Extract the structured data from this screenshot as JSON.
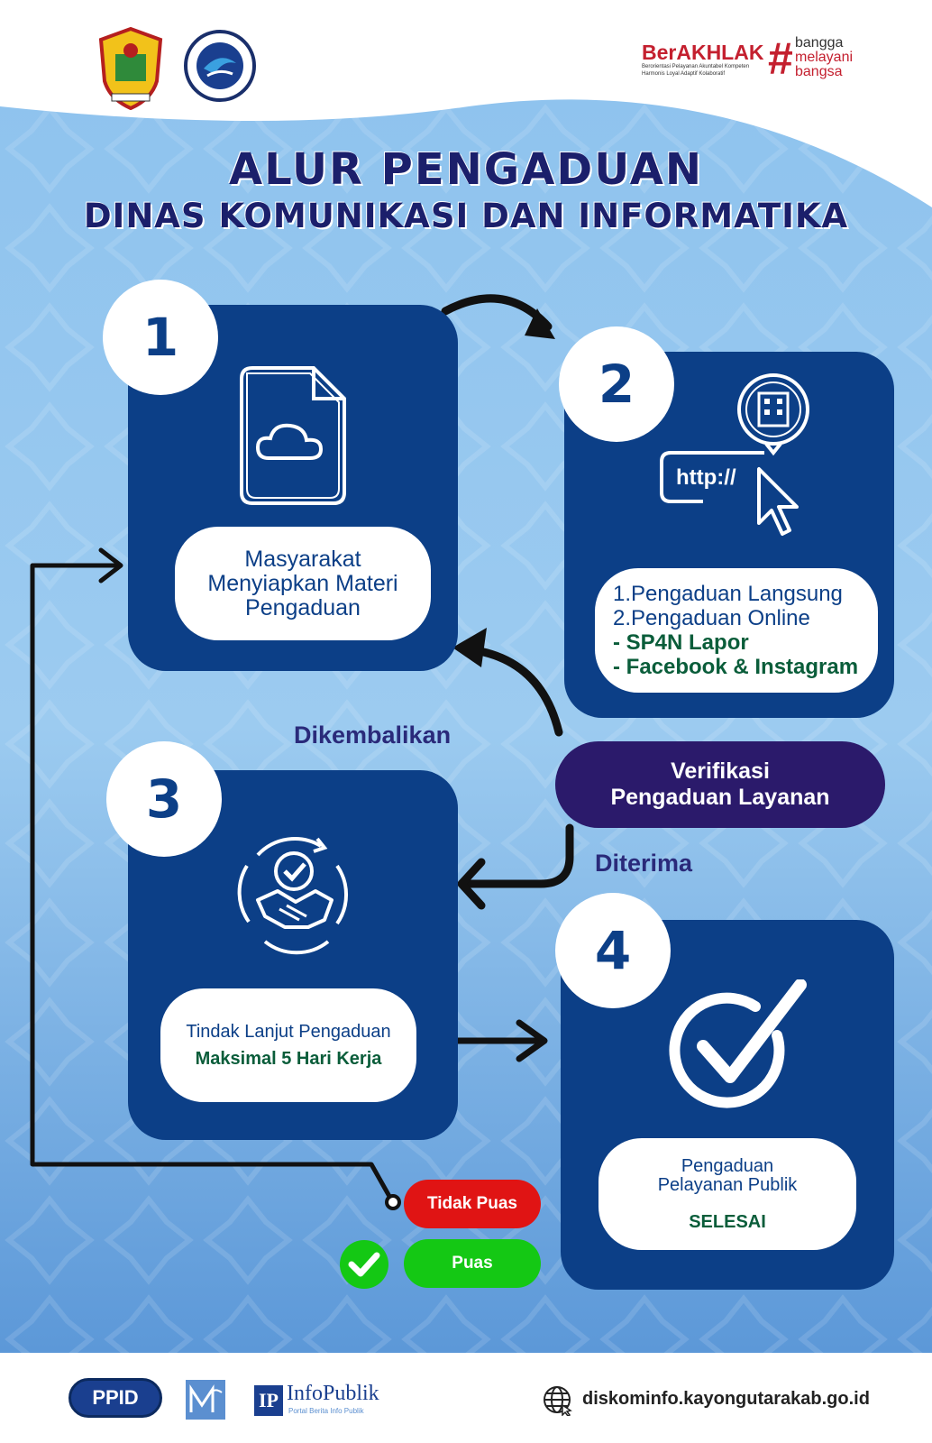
{
  "header": {
    "berakhlak_logo": "BerAKHLAK",
    "berakhlak_tagline_1": "Berorientasi Pelayanan Akuntabel Kompeten",
    "berakhlak_tagline_2": "Harmonis Loyal Adaptif Kolaboratif",
    "bangga_1": "bangga",
    "bangga_2": "melayani",
    "bangga_3": "bangsa"
  },
  "title": {
    "line1": "ALUR PENGADUAN",
    "line2": "DINAS KOMUNIKASI DAN INFORMATIKA"
  },
  "steps": [
    {
      "number": "1",
      "icon": "cloud-document-icon",
      "lines": [
        "Masyarakat",
        "Menyiapkan Materi",
        "Pengaduan"
      ]
    },
    {
      "number": "2",
      "icon": "web-building-icon",
      "url_text": "http://",
      "lines": [
        "1.Pengaduan Langsung",
        "2.Pengaduan Online"
      ],
      "bold_lines": [
        "- SP4N Lapor",
        "- Facebook & Instagram"
      ]
    },
    {
      "number": "3",
      "icon": "handshake-check-icon",
      "line": "Tindak Lanjut Pengaduan",
      "bold_line": "Maksimal 5 Hari Kerja"
    },
    {
      "number": "4",
      "icon": "checkmark-icon",
      "lines": [
        "Pengaduan",
        "Pelayanan Publik"
      ],
      "bold_line": "SELESAI"
    }
  ],
  "verification": {
    "line1": "Verifikasi",
    "line2": "Pengaduan Layanan"
  },
  "labels": {
    "returned": "Dikembalikan",
    "accepted": "Diterima"
  },
  "feedback": {
    "not_satisfied": "Tidak Puas",
    "satisfied": "Puas"
  },
  "footer": {
    "ppid": "PPID",
    "infopublik": "InfoPublik",
    "infopublik_sub": "Portal Berita Info Publik",
    "website": "diskominfo.kayongutarakab.go.id"
  },
  "colors": {
    "card": "#0c3f87",
    "title": "#1b1f6b",
    "verification": "#2b1a6b",
    "not_satisfied": "#e01414",
    "satisfied": "#14c814",
    "brand_red": "#c4202f"
  }
}
